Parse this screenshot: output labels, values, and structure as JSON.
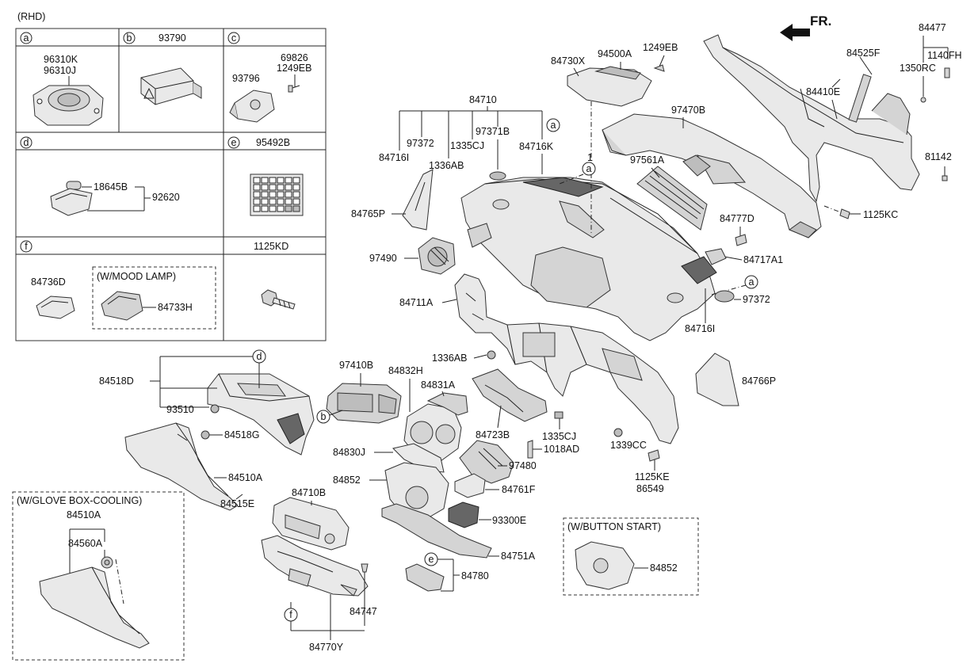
{
  "header": {
    "variant": "(RHD)",
    "front_indicator": "FR."
  },
  "legend": {
    "a": {
      "letter": "a",
      "parts": [
        "96310K",
        "96310J"
      ]
    },
    "b": {
      "letter": "b",
      "part": "93790"
    },
    "c": {
      "letter": "c",
      "parts": [
        "69826",
        "1249EB",
        "93796"
      ]
    },
    "d": {
      "letter": "d",
      "parts": [
        "18645B",
        "92620"
      ]
    },
    "e": {
      "letter": "e",
      "part": "95492B"
    },
    "f": {
      "letter": "f",
      "parts": [
        "84736D",
        "84733H"
      ],
      "option": "(W/MOOD LAMP)"
    },
    "g": {
      "part": "1125KD"
    }
  },
  "callouts": {
    "c84710": "84710",
    "c84730X": "84730X",
    "c94500A": "94500A",
    "c1249EB": "1249EB",
    "c84477": "84477",
    "c84525F": "84525F",
    "c1140FH": "1140FH",
    "c1350RC": "1350RC",
    "c84410E": "84410E",
    "c97470B": "97470B",
    "c81142": "81142",
    "c97372a": "97372",
    "c97371B": "97371B",
    "c1335CJa": "1335CJ",
    "c84716K": "84716K",
    "c84716Ia": "84716I",
    "c1336ABa": "1336AB",
    "c97561A": "97561A",
    "c84765P": "84765P",
    "c1125KC": "1125KC",
    "c84777D": "84777D",
    "c84717A1": "84717A1",
    "c97490": "97490",
    "c97372b": "97372",
    "c84716Ib": "84716I",
    "c84711A": "84711A",
    "c1336ABb": "1336AB",
    "c84766P": "84766P",
    "c84518D": "84518D",
    "c93510": "93510",
    "c97410B": "97410B",
    "c84832H": "84832H",
    "c84831A": "84831A",
    "c84723B": "84723B",
    "c1335CJb": "1335CJ",
    "c1339CC": "1339CC",
    "c84518G": "84518G",
    "c84830J": "84830J",
    "c1018AD": "1018AD",
    "c97480": "97480",
    "c84510A": "84510A",
    "c84852": "84852",
    "c84761F": "84761F",
    "c1125KE": "1125KE",
    "c86549": "86549",
    "c84515E": "84515E",
    "c84710B": "84710B",
    "c93300E": "93300E",
    "c84751A": "84751A",
    "c84780": "84780",
    "c84747": "84747",
    "c84770Y": "84770Y"
  },
  "glovebox_inset": {
    "title": "(W/GLOVE BOX-COOLING)",
    "parts": [
      "84510A",
      "84560A"
    ]
  },
  "button_start_inset": {
    "title": "(W/BUTTON START)",
    "part": "84852"
  },
  "refs": {
    "a": "a",
    "b": "b",
    "d": "d",
    "e": "e",
    "f": "f"
  }
}
